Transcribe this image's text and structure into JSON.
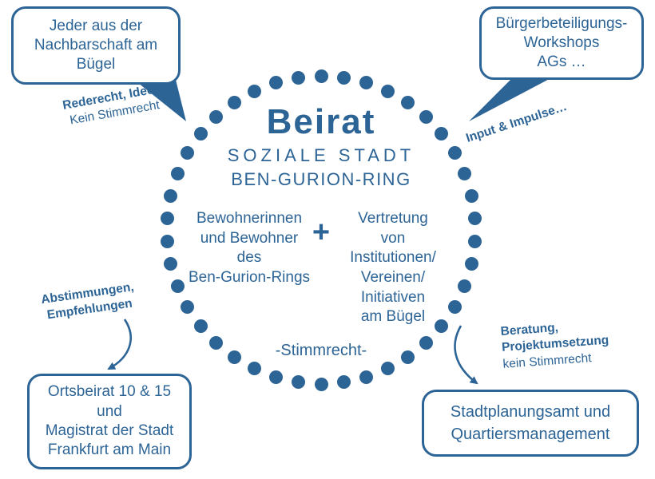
{
  "colors": {
    "accent": "#2d6496"
  },
  "bubbles": {
    "top_left": {
      "lines": [
        "Jeder aus der",
        "Nachbarschaft am",
        "Bügel"
      ]
    },
    "top_right": {
      "lines": [
        "Bürgerbeteiligungs-",
        "Workshops",
        "AGs …"
      ]
    }
  },
  "notes": {
    "top_left": {
      "bold": "Rederecht, Ideen",
      "regular": "Kein Stimmrecht"
    },
    "top_right": {
      "bold": "Input & Impulse…"
    },
    "bottom_left": {
      "bold_lines": [
        "Abstimmungen,",
        "Empfehlungen"
      ]
    },
    "bottom_right": {
      "bold_lines": [
        "Beratung,",
        "Projektumsetzung"
      ],
      "regular": "kein Stimmrecht"
    }
  },
  "circle": {
    "title": "Beirat",
    "subtitle_line1": "SOZIALE STADT",
    "subtitle_line2": "BEN-GURION-RING",
    "left_group": {
      "lines": [
        "Bewohnerinnen",
        "und Bewohner",
        "des",
        "Ben-Gurion-Rings"
      ]
    },
    "plus": "+",
    "right_group": {
      "lines": [
        "Vertretung",
        "von",
        "Institutionen/",
        "Vereinen/",
        "Initiativen",
        "am Bügel"
      ]
    },
    "voting_label": "-Stimmrecht-"
  },
  "boxes": {
    "bottom_left": {
      "lines": [
        "Ortsbeirat 10 & 15",
        "und",
        "Magistrat der Stadt",
        "Frankfurt am Main"
      ]
    },
    "bottom_right": {
      "lines": [
        "Stadtplanungsamt und",
        "Quartiersmanagement"
      ]
    }
  }
}
